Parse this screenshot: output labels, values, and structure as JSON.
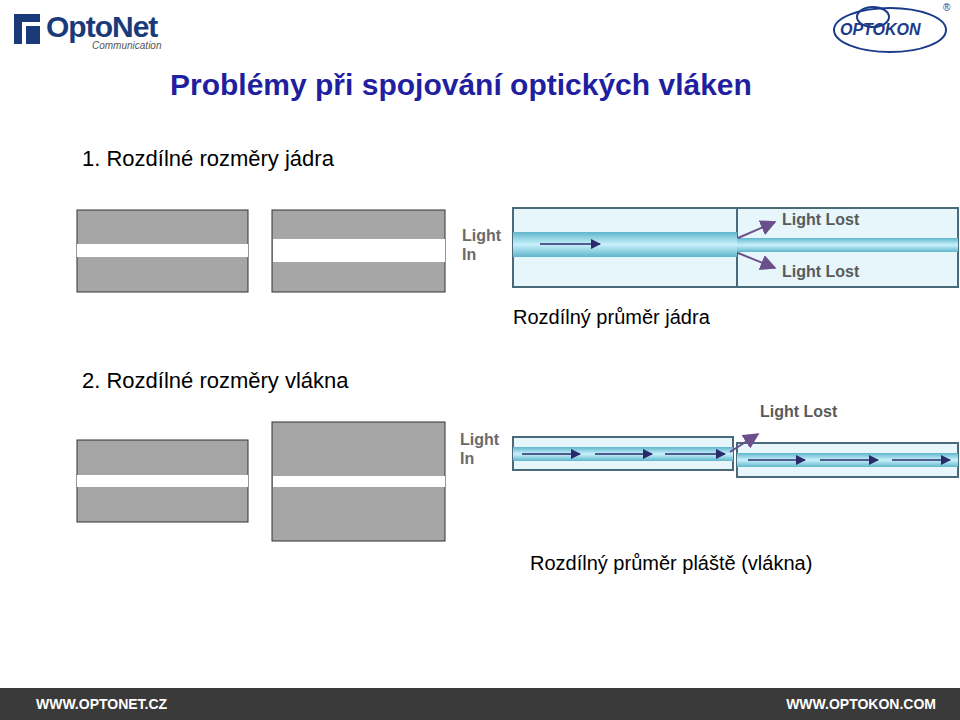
{
  "diagram": {
    "title": "Problémy při spojování optických vláken",
    "nodes": [
      {
        "text": [
          "WWW.OPTONET.CZ",
          "WWW.OPTOKON.COM"
        ]
      }
    ],
    "labels": [
      "OptoNet",
      "Communication",
      "OPTOKON",
      "®",
      "1. Rozdílné rozměry jádra",
      "Light In",
      "Light Lost",
      "Light Lost",
      "Rozdílný průměr jádra",
      "2. Rozdílné rozměry vlákna",
      "Light In",
      "Light Lost",
      "Rozdílný průměr pláště (vlákna)"
    ]
  }
}
